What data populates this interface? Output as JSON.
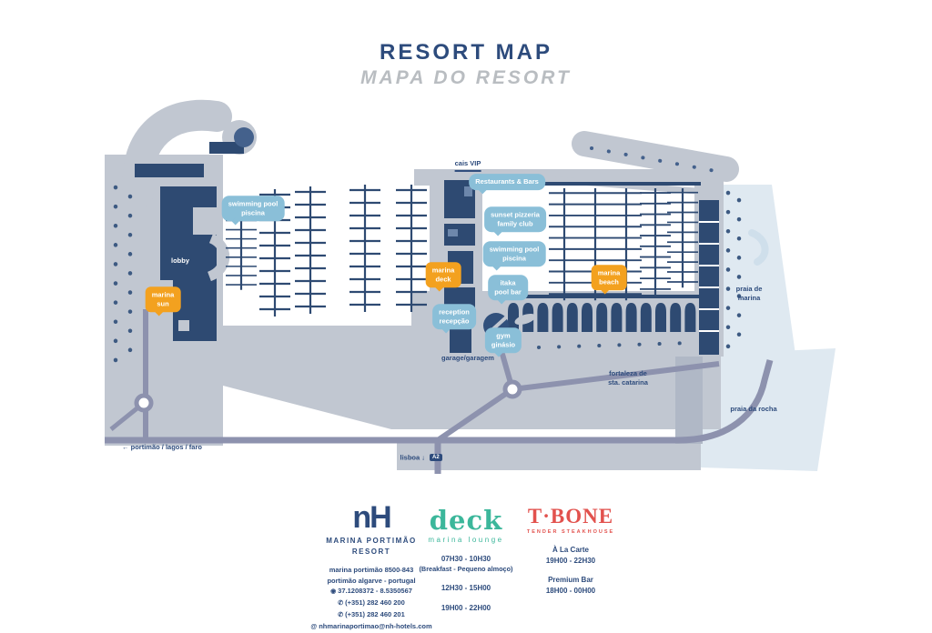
{
  "header": {
    "title": "RESORT MAP",
    "subtitle": "MAPA DO RESORT"
  },
  "map": {
    "blue_callouts": [
      "swimming pool\npiscina",
      "Restaurants & Bars",
      "sunset pizzeria\nfamily club",
      "swimming pool\npiscina",
      "itaka\npool bar",
      "reception\nrecepção",
      "gym\nginásio"
    ],
    "orange_callouts": [
      "marina\nsun",
      "marina\ndeck",
      "marina\nbeach"
    ],
    "labels": {
      "cais_vip": "cais VIP",
      "lobby": "lobby",
      "garage": "garage/garagem",
      "praia_marina": "praia de\nmarina",
      "fortaleza": "fortaleza de\nsta. catarina",
      "praia_rocha": "praia da rocha",
      "road_west": "←  portimão / lagos / faro",
      "lisboa": "lisboa ↓",
      "road_badge": "A2"
    },
    "colors": {
      "orange": "#f3a11f",
      "callout_blue": "#8abfd8",
      "navy_text": "#2d4b7c",
      "building": "#2e4a72",
      "land": "#c1c7d1",
      "water": "#dfe9f1",
      "road": "#8d92ae"
    }
  },
  "footer": {
    "nh": {
      "logo": "nH",
      "name_line1": "MARINA PORTIMÃO",
      "name_line2": "RESORT",
      "address1": "marina portimão 8500-843",
      "address2": "portimão algarve - portugal",
      "gps": "37.1208372 - 8.5350567",
      "phone": "(+351) 282 460 200",
      "fax": "(+351) 282 460 201",
      "email": "nhmarinaportimao@nh-hotels.com",
      "icons": {
        "gps": "◉",
        "phone": "✆",
        "fax": "✆",
        "email": "@"
      }
    },
    "deck": {
      "logo": "deck",
      "sub": "marina lounge",
      "hours": [
        "07H30 - 10H30",
        "(Breakfast - Pequeno almoço)",
        "12H30 - 15H00",
        "19H00 - 22H00"
      ]
    },
    "tbone": {
      "logo": "T·BONE",
      "sub": "TENDER STEAKHOUSE",
      "hours": [
        "À La Carte",
        "19H00 - 22H30",
        "Premium Bar",
        "18H00 - 00H00"
      ]
    }
  }
}
